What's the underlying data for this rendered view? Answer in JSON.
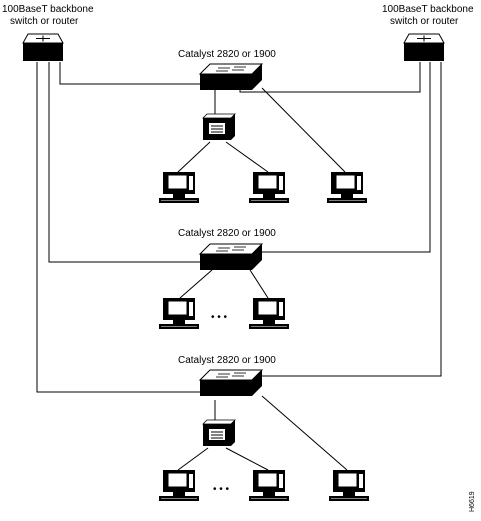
{
  "backbone_left": {
    "line1": "100BaseT backbone",
    "line2": "switch or router"
  },
  "backbone_right": {
    "line1": "100BaseT backbone",
    "line2": "switch or router"
  },
  "catalyst_top_label": "Catalyst 2820 or 1900",
  "catalyst_middle_label": "Catalyst 2820 or 1900",
  "catalyst_bottom_label": "Catalyst 2820 or 1900",
  "ellipsis_middle": "• • •",
  "ellipsis_bottom": "• • •",
  "figure_id": "H6619",
  "icons": {
    "router": "router-icon",
    "switch": "switch-icon",
    "hub": "hub-icon",
    "workstation": "workstation-icon"
  }
}
